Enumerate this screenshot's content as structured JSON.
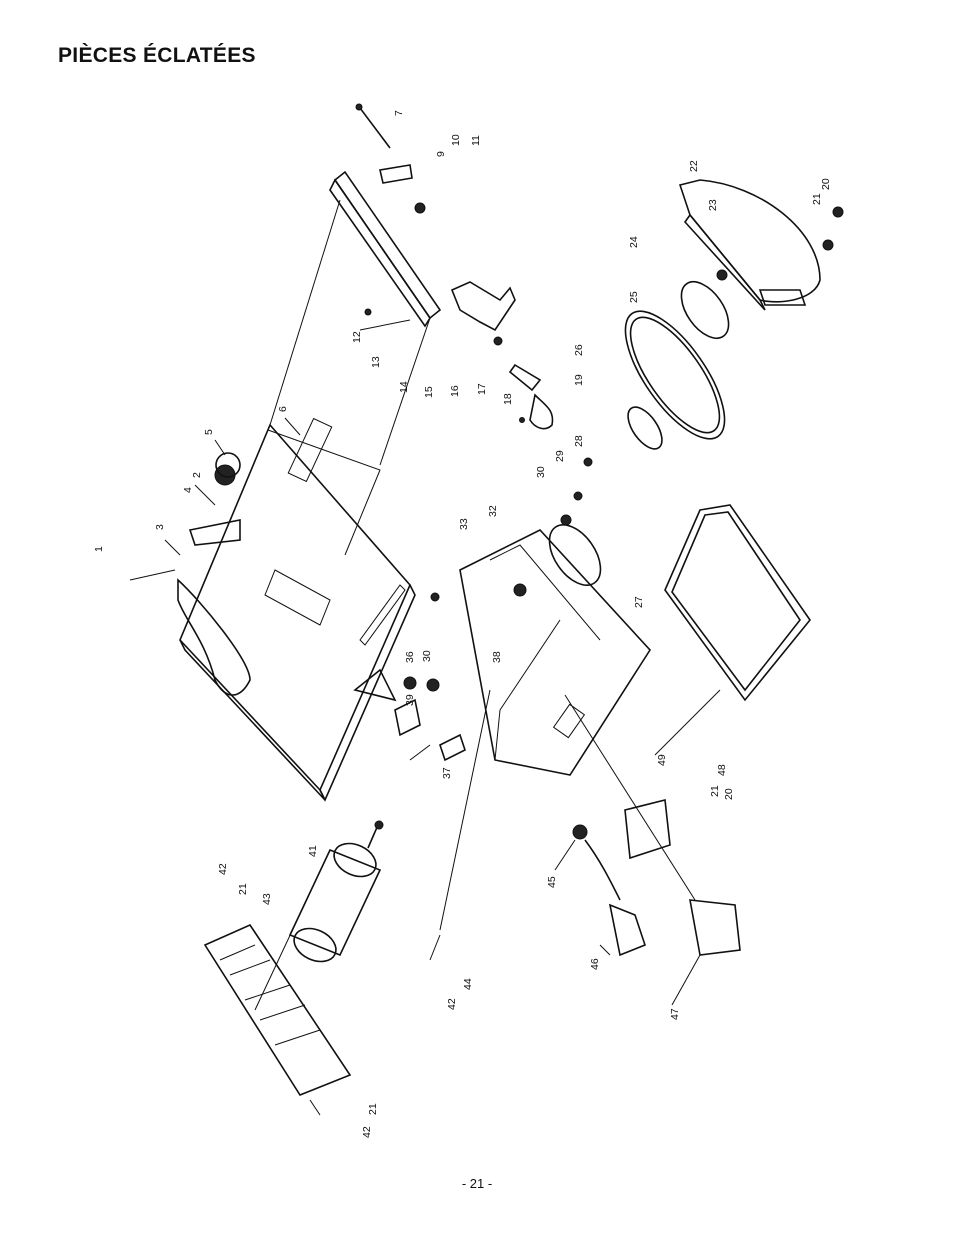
{
  "page": {
    "title": "PIÈCES ÉCLATÉES",
    "folio": "- 21 -"
  },
  "parts": [
    {
      "id": "p1",
      "label": "1"
    },
    {
      "id": "p2",
      "label": "2"
    },
    {
      "id": "p3",
      "label": "3"
    },
    {
      "id": "p4",
      "label": "4"
    },
    {
      "id": "p5",
      "label": "5"
    },
    {
      "id": "p6",
      "label": "6"
    },
    {
      "id": "p7",
      "label": "7"
    },
    {
      "id": "p9",
      "label": "9"
    },
    {
      "id": "p10",
      "label": "10"
    },
    {
      "id": "p11",
      "label": "11"
    },
    {
      "id": "p12",
      "label": "12"
    },
    {
      "id": "p13",
      "label": "13"
    },
    {
      "id": "p14",
      "label": "14"
    },
    {
      "id": "p15",
      "label": "15"
    },
    {
      "id": "p16",
      "label": "16"
    },
    {
      "id": "p17",
      "label": "17"
    },
    {
      "id": "p18",
      "label": "18"
    },
    {
      "id": "p19",
      "label": "19"
    },
    {
      "id": "p20a",
      "label": "20"
    },
    {
      "id": "p21a",
      "label": "21"
    },
    {
      "id": "p22",
      "label": "22"
    },
    {
      "id": "p23",
      "label": "23"
    },
    {
      "id": "p24",
      "label": "24"
    },
    {
      "id": "p25",
      "label": "25"
    },
    {
      "id": "p26",
      "label": "26"
    },
    {
      "id": "p27",
      "label": "27"
    },
    {
      "id": "p28",
      "label": "28"
    },
    {
      "id": "p29",
      "label": "29"
    },
    {
      "id": "p30a",
      "label": "30"
    },
    {
      "id": "p32",
      "label": "32"
    },
    {
      "id": "p33",
      "label": "33"
    },
    {
      "id": "p36",
      "label": "36"
    },
    {
      "id": "p30b",
      "label": "30"
    },
    {
      "id": "p39",
      "label": "39"
    },
    {
      "id": "p38",
      "label": "38"
    },
    {
      "id": "p37",
      "label": "37"
    },
    {
      "id": "p49",
      "label": "49"
    },
    {
      "id": "p48",
      "label": "48"
    },
    {
      "id": "p21b",
      "label": "21"
    },
    {
      "id": "p20b",
      "label": "20"
    },
    {
      "id": "p41",
      "label": "41"
    },
    {
      "id": "p42a",
      "label": "42"
    },
    {
      "id": "p21c",
      "label": "21"
    },
    {
      "id": "p43",
      "label": "43"
    },
    {
      "id": "p45",
      "label": "45"
    },
    {
      "id": "p46",
      "label": "46"
    },
    {
      "id": "p47",
      "label": "47"
    },
    {
      "id": "p44",
      "label": "44"
    },
    {
      "id": "p42b",
      "label": "42"
    },
    {
      "id": "p21d",
      "label": "21"
    },
    {
      "id": "p42c",
      "label": "42"
    }
  ]
}
